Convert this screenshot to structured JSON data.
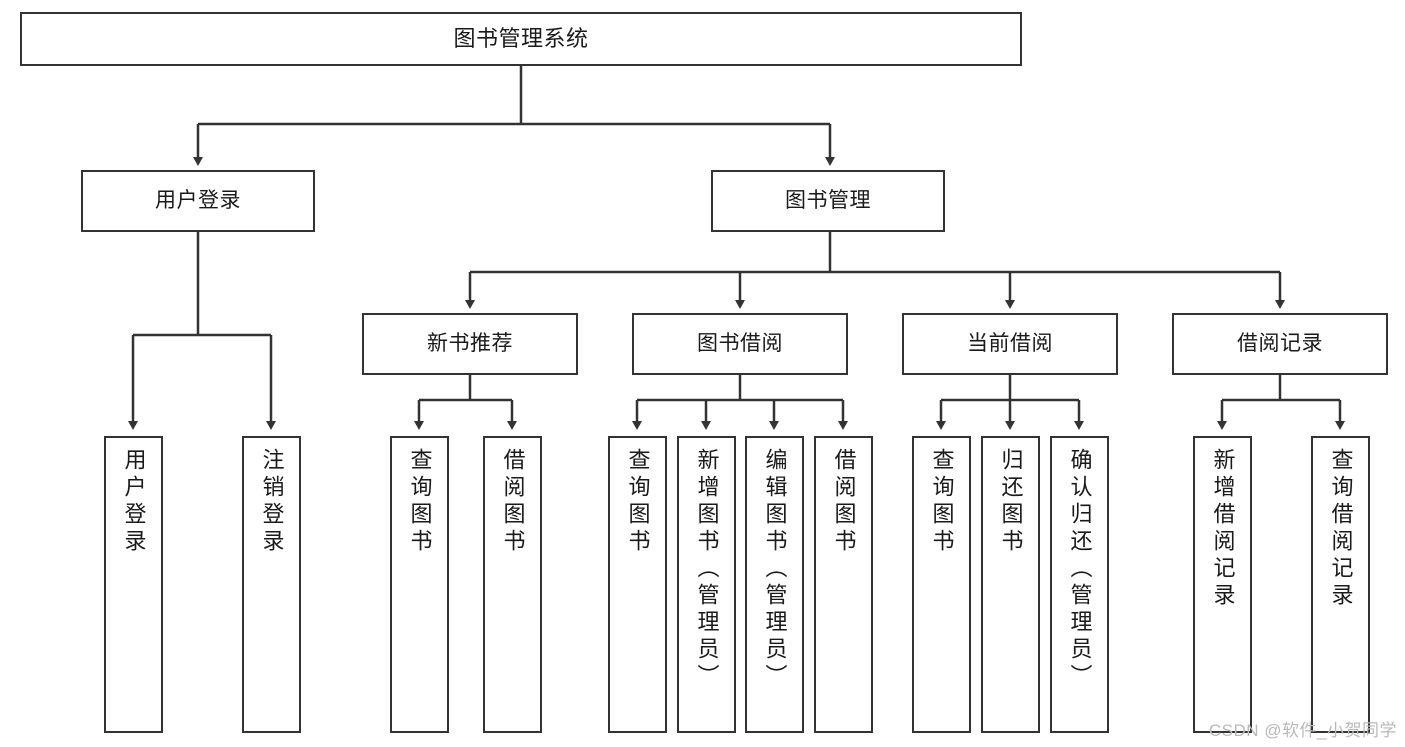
{
  "diagram": {
    "title": "图书管理系统",
    "watermark": "CSDN @软件_小贺同学",
    "stroke_color": "#333333",
    "fill_color": "#ffffff",
    "text_color": "#1a1a1a"
  },
  "nodes": {
    "root": {
      "label": "图书管理系统"
    },
    "level1": [
      {
        "label": "用户登录"
      },
      {
        "label": "图书管理"
      }
    ],
    "level2": [
      {
        "label": "新书推荐"
      },
      {
        "label": "图书借阅"
      },
      {
        "label": "当前借阅"
      },
      {
        "label": "借阅记录"
      }
    ],
    "leaves": {
      "user_login": [
        {
          "label": "用户登录"
        },
        {
          "label": "注销登录"
        }
      ],
      "new_book_recommend": [
        {
          "label": "查询图书"
        },
        {
          "label": "借阅图书"
        }
      ],
      "book_borrow": [
        {
          "label": "查询图书"
        },
        {
          "label": "新增图书（管理员）"
        },
        {
          "label": "编辑图书（管理员）"
        },
        {
          "label": "借阅图书"
        }
      ],
      "current_borrow": [
        {
          "label": "查询图书"
        },
        {
          "label": "归还图书"
        },
        {
          "label": "确认归还（管理员）"
        }
      ],
      "borrow_record": [
        {
          "label": "新增借阅记录"
        },
        {
          "label": "查询借阅记录"
        }
      ]
    }
  }
}
